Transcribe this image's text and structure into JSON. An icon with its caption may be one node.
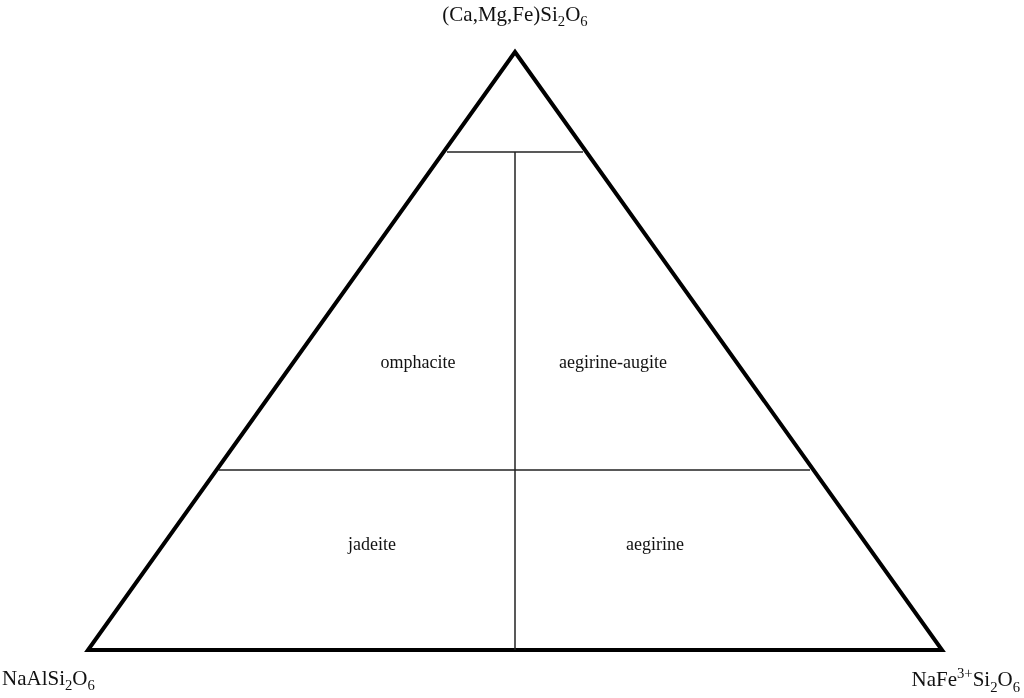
{
  "diagram": {
    "labels": [
      "(Ca,Mg,Fe)Si$_{2}$O$_{6}$",
      "omphacite",
      "aegirine-augite",
      "jadeite",
      "aegirine",
      "NaAlSi$_{2}$O$_{6}$",
      "NaFe$^{3+}$Si$_{2}$O$_{6}$"
    ]
  }
}
